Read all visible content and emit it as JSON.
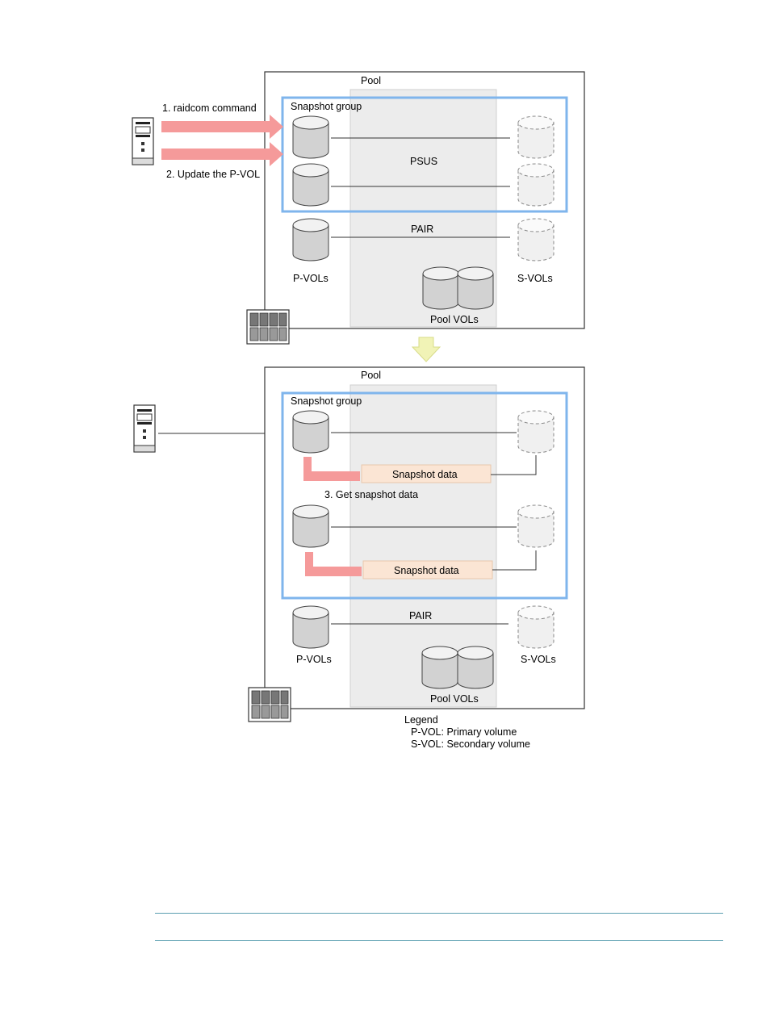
{
  "colors": {
    "snapshot_group_border": "#7fb5ec",
    "arrow": "#f59a9a",
    "snapshot_data_fill": "#fbe5d4",
    "pool_fill": "#ececec",
    "down_arrow": "#f1f3b6",
    "rule": "#5a9fb0"
  },
  "top": {
    "pool_label": "Pool",
    "snapshot_group_label": "Snapshot group",
    "step1": "1. raidcom command",
    "step2": "2. Update the P-VOL",
    "psus_label": "PSUS",
    "pair_label": "PAIR",
    "pvols_label": "P-VOLs",
    "svols_label": "S-VOLs",
    "pool_vols_label": "Pool VOLs"
  },
  "bottom": {
    "pool_label": "Pool",
    "snapshot_group_label": "Snapshot group",
    "snapshot_data_1": "Snapshot data",
    "step3": "3. Get snapshot data",
    "snapshot_data_2": "Snapshot data",
    "pair_label": "PAIR",
    "pvols_label": "P-VOLs",
    "svols_label": "S-VOLs",
    "pool_vols_label": "Pool VOLs"
  },
  "legend": {
    "title": "Legend",
    "pvol": "P-VOL: Primary volume",
    "svol": "S-VOL: Secondary volume"
  },
  "icons": [
    "server-icon",
    "storage-array-icon",
    "volume-cylinder-icon",
    "down-arrow-icon"
  ]
}
